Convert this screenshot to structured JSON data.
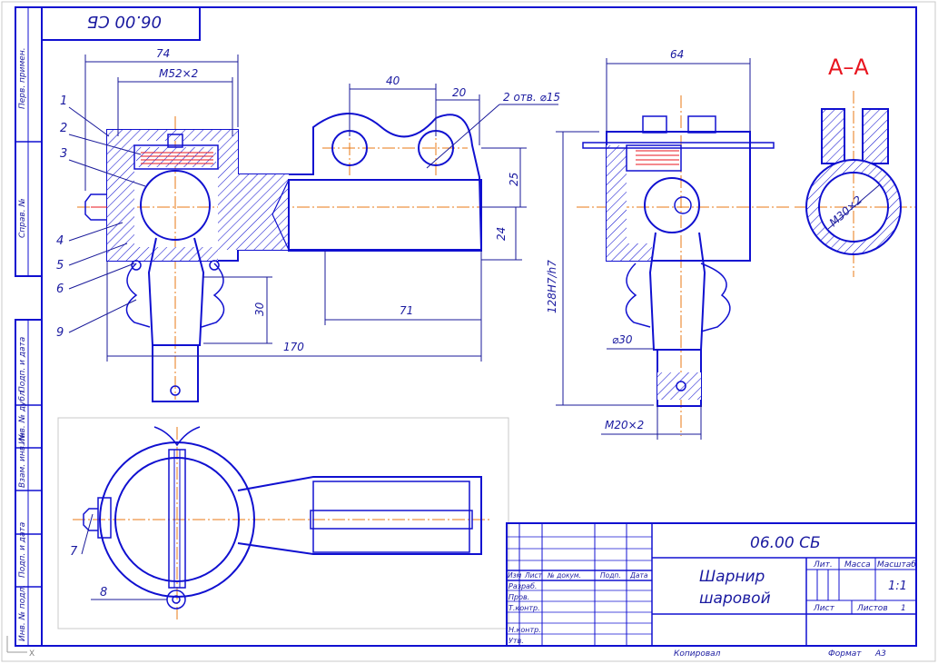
{
  "drawing": {
    "stamp_code_rotated": "06.00 СБ",
    "section_label": "А–А",
    "title_block": {
      "doc_code": "06.00 СБ",
      "name_line1": "Шарнир",
      "name_line2": "шаровой",
      "scale_value": "1:1",
      "headers": {
        "lit": "Лит.",
        "mass": "Масса",
        "scale": "Масштаб",
        "sheet": "Лист",
        "sheets": "Листов",
        "sheets_value": "1"
      },
      "rev_columns": {
        "izm": "Изм",
        "list": "Лист",
        "doc_no": "№ докум.",
        "sign": "Подп.",
        "date": "Дата"
      },
      "roles": {
        "developed": "Разраб.",
        "checked": "Пров.",
        "tcontrol": "Т.контр.",
        "ncontrol": "Н.контр.",
        "approved": "Утв."
      },
      "copied": "Копировал",
      "format": "Формат",
      "format_value": "А3"
    },
    "side_stamp": {
      "perv_primen": "Перв. примен.",
      "sprav_no": "Справ. №",
      "podp_data_1": "Подп. и дата",
      "inv_dubl": "Инв. № дубл.",
      "vzam_inv": "Взам. инв. №",
      "podp_data_2": "Подп. и дата",
      "inv_podl": "Инв. № подл."
    },
    "dimensions": {
      "d74": "74",
      "m52": "М52×2",
      "d40": "40",
      "d20": "20",
      "holes": "2 отв. ⌀15",
      "d25": "25",
      "d24": "24",
      "d30v": "30",
      "d71": "71",
      "d170": "170",
      "d64": "64",
      "d128": "128H7/h7",
      "d30dia": "⌀30",
      "m20": "М20×2",
      "m30": "М30×2"
    },
    "callouts": [
      "1",
      "2",
      "3",
      "4",
      "5",
      "6",
      "9",
      "7",
      "8"
    ],
    "axis_marker": "X"
  }
}
